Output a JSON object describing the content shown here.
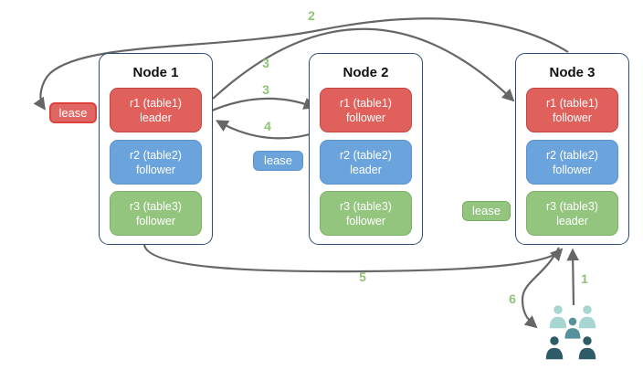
{
  "diagram": {
    "nodes": [
      {
        "title": "Node 1",
        "replicas": [
          {
            "name": "r1 (table1)",
            "role": "leader",
            "color_key": "red"
          },
          {
            "name": "r2 (table2)",
            "role": "follower",
            "color_key": "blue"
          },
          {
            "name": "r3 (table3)",
            "role": "follower",
            "color_key": "green"
          }
        ]
      },
      {
        "title": "Node 2",
        "replicas": [
          {
            "name": "r1 (table1)",
            "role": "follower",
            "color_key": "red"
          },
          {
            "name": "r2 (table2)",
            "role": "leader",
            "color_key": "blue"
          },
          {
            "name": "r3 (table3)",
            "role": "follower",
            "color_key": "green"
          }
        ]
      },
      {
        "title": "Node 3",
        "replicas": [
          {
            "name": "r1 (table1)",
            "role": "follower",
            "color_key": "red"
          },
          {
            "name": "r2 (table2)",
            "role": "follower",
            "color_key": "blue"
          },
          {
            "name": "r3 (table3)",
            "role": "leader",
            "color_key": "green"
          }
        ]
      }
    ],
    "leases": [
      {
        "label": "lease",
        "color_key": "red"
      },
      {
        "label": "lease",
        "color_key": "blue"
      },
      {
        "label": "lease",
        "color_key": "green"
      }
    ],
    "step_labels": {
      "s1": "1",
      "s2": "2",
      "s3a": "3",
      "s3b": "3",
      "s4": "4",
      "s5": "5",
      "s6": "6"
    },
    "icons": {
      "users_group": "user-group-icon"
    },
    "colors": {
      "red_fill": "#e0605b",
      "red_border": "#c24540",
      "blue_fill": "#6ba4dd",
      "blue_border": "#5b94cd",
      "green_fill": "#94c57e",
      "green_border": "#7eb167",
      "lease_red_border": "#e0403c",
      "node_border": "#2e4d76",
      "arrow": "#666666",
      "step_number": "#8fc375",
      "users_light": "#a7d5d2",
      "users_mid": "#56929c",
      "users_dark": "#2d5c68"
    }
  }
}
